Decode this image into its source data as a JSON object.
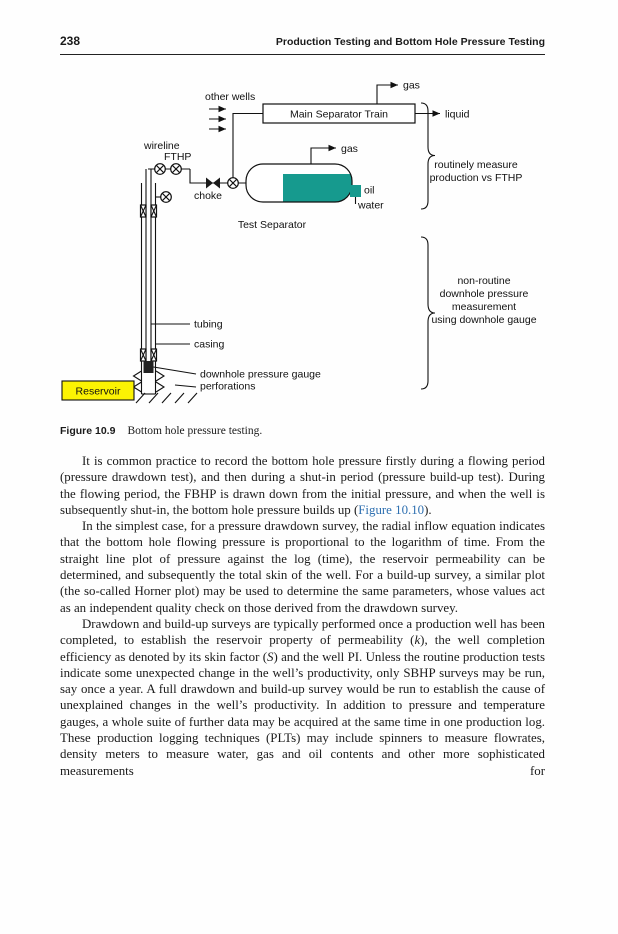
{
  "page": {
    "number": "238",
    "running_head": "Production Testing and Bottom Hole Pressure Testing"
  },
  "figure": {
    "caption_label": "Figure 10.9",
    "caption_text": "Bottom hole pressure testing.",
    "labels": {
      "gas_main": "gas",
      "main_separator_train": "Main Separator Train",
      "liquid": "liquid",
      "other_wells": "other wells",
      "wireline": "wireline",
      "fthp": "FTHP",
      "choke": "choke",
      "gas_test": "gas",
      "oil": "oil",
      "water": "water",
      "test_separator": "Test Separator",
      "routinely_line1": "routinely measure",
      "routinely_line2": "production vs FTHP",
      "tubing": "tubing",
      "casing": "casing",
      "downhole_gauge": "downhole pressure gauge",
      "perforations": "perforations",
      "nonroutine_line1": "non-routine",
      "nonroutine_line2": "downhole pressure",
      "nonroutine_line3": "measurement",
      "nonroutine_line4": "using downhole gauge",
      "reservoir": "Reservoir"
    },
    "colors": {
      "separator_liquid": "#169a8e",
      "reservoir_highlight": "#fcf303"
    }
  },
  "body": {
    "link_color": "#2d6fb0",
    "paragraphs": [
      {
        "segments": [
          {
            "style": "normal",
            "text": "It is common practice to record the bottom hole pressure firstly during a flowing period (pressure drawdown test), and then during a shut-in period (pressure build-up test). During the flowing period, the FBHP is drawn down from the initial pressure, and when the well is subsequently shut-in, the bottom hole pressure builds up ("
          },
          {
            "style": "link",
            "text": "Figure 10.10"
          },
          {
            "style": "normal",
            "text": ")."
          }
        ]
      },
      {
        "segments": [
          {
            "style": "normal",
            "text": "In the simplest case, for a pressure drawdown survey, the radial inflow equation indicates that the bottom hole flowing pressure is proportional to the logarithm of time. From the straight line plot of pressure against the log (time), the reservoir permeability can be determined, and subsequently the total skin of the well. For a build-up survey, a similar plot (the so-called Horner plot) may be used to determine the same parameters, whose values act as an independent quality check on those derived from the drawdown survey."
          }
        ]
      },
      {
        "segments": [
          {
            "style": "normal",
            "text": "Drawdown and build-up surveys are typically performed once a production well has been completed, to establish the reservoir property of permeability ("
          },
          {
            "style": "italic",
            "text": "k"
          },
          {
            "style": "normal",
            "text": "), the well completion efficiency as denoted by its skin factor ("
          },
          {
            "style": "italic",
            "text": "S"
          },
          {
            "style": "normal",
            "text": ") and the well PI. Unless the routine production tests indicate some unexpected change in the well’s productivity, only SBHP surveys may be run, say once a year. A full drawdown and build-up survey would be run to establish the cause of unexplained changes in the well’s productivity. In addition to pressure and temperature gauges, a whole suite of further data may be acquired at the same time in one production log. These production logging techniques (PLTs) may include spinners to measure flowrates, density meters to measure water, gas and oil contents and other more sophisticated measurements for"
          }
        ]
      }
    ]
  }
}
